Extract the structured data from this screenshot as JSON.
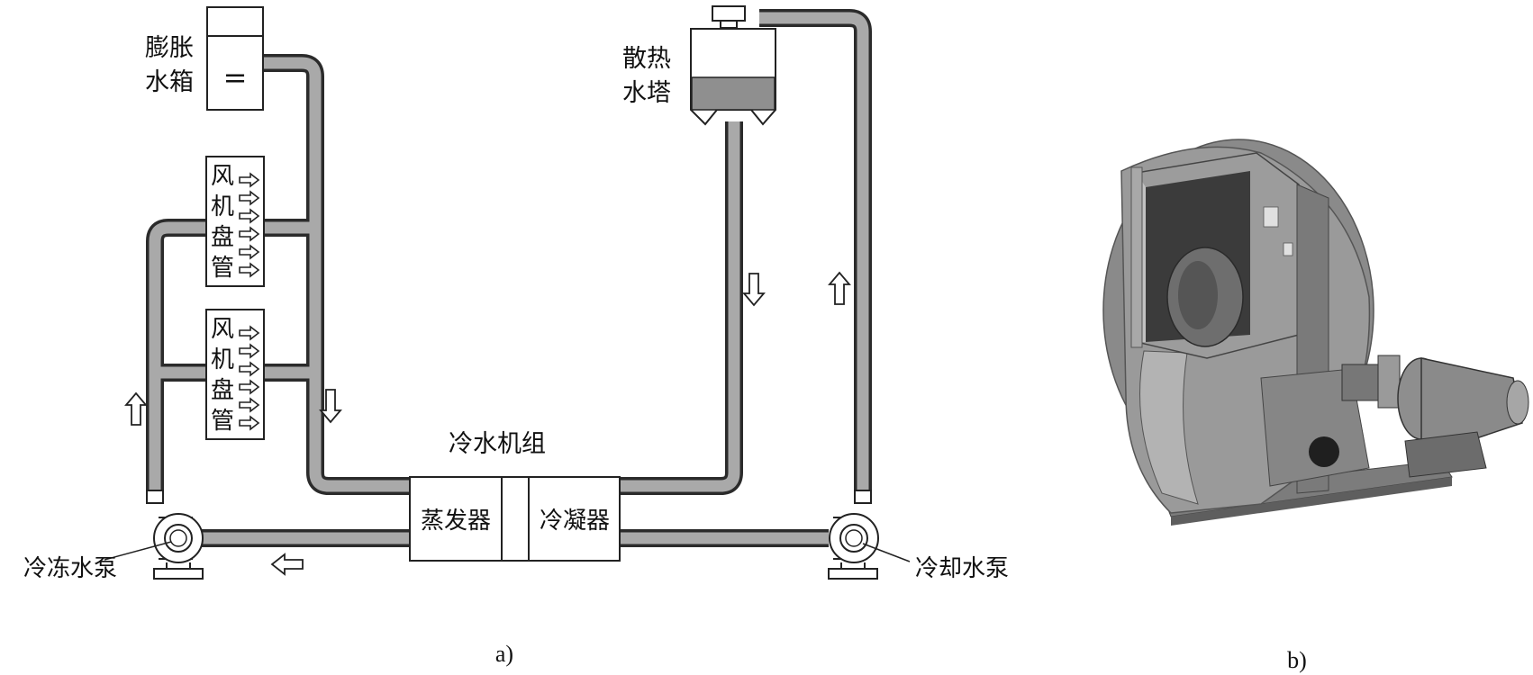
{
  "diagram_a": {
    "caption": "a)",
    "expansion_tank": {
      "line1": "膨胀",
      "line2": "水箱",
      "symbol": "="
    },
    "fan_coil_1": {
      "chars": [
        "风",
        "机",
        "盘",
        "管"
      ]
    },
    "fan_coil_2": {
      "chars": [
        "风",
        "机",
        "盘",
        "管"
      ]
    },
    "cooling_tower": {
      "line1": "散热",
      "line2": "水塔"
    },
    "chiller_unit": {
      "title": "冷水机组",
      "evaporator": "蒸发器",
      "condenser": "冷凝器"
    },
    "chilled_water_pump": "冷冻水泵",
    "cooling_water_pump": "冷却水泵",
    "flow_arrows": [
      "up-arrow",
      "down-arrow",
      "left-arrow",
      "down-arrow",
      "up-arrow"
    ],
    "colors": {
      "pipe": "#a9a9a9",
      "pipe_outline": "#2b2b2b",
      "tower_basin": "#8f8f8f"
    }
  },
  "photo_b": {
    "caption": "b)",
    "subject": "centrifugal-fan-with-motor",
    "colors": {
      "body": "#8a8a8a",
      "body_dark": "#5e5e5e",
      "body_light": "#b3b3b3"
    }
  }
}
